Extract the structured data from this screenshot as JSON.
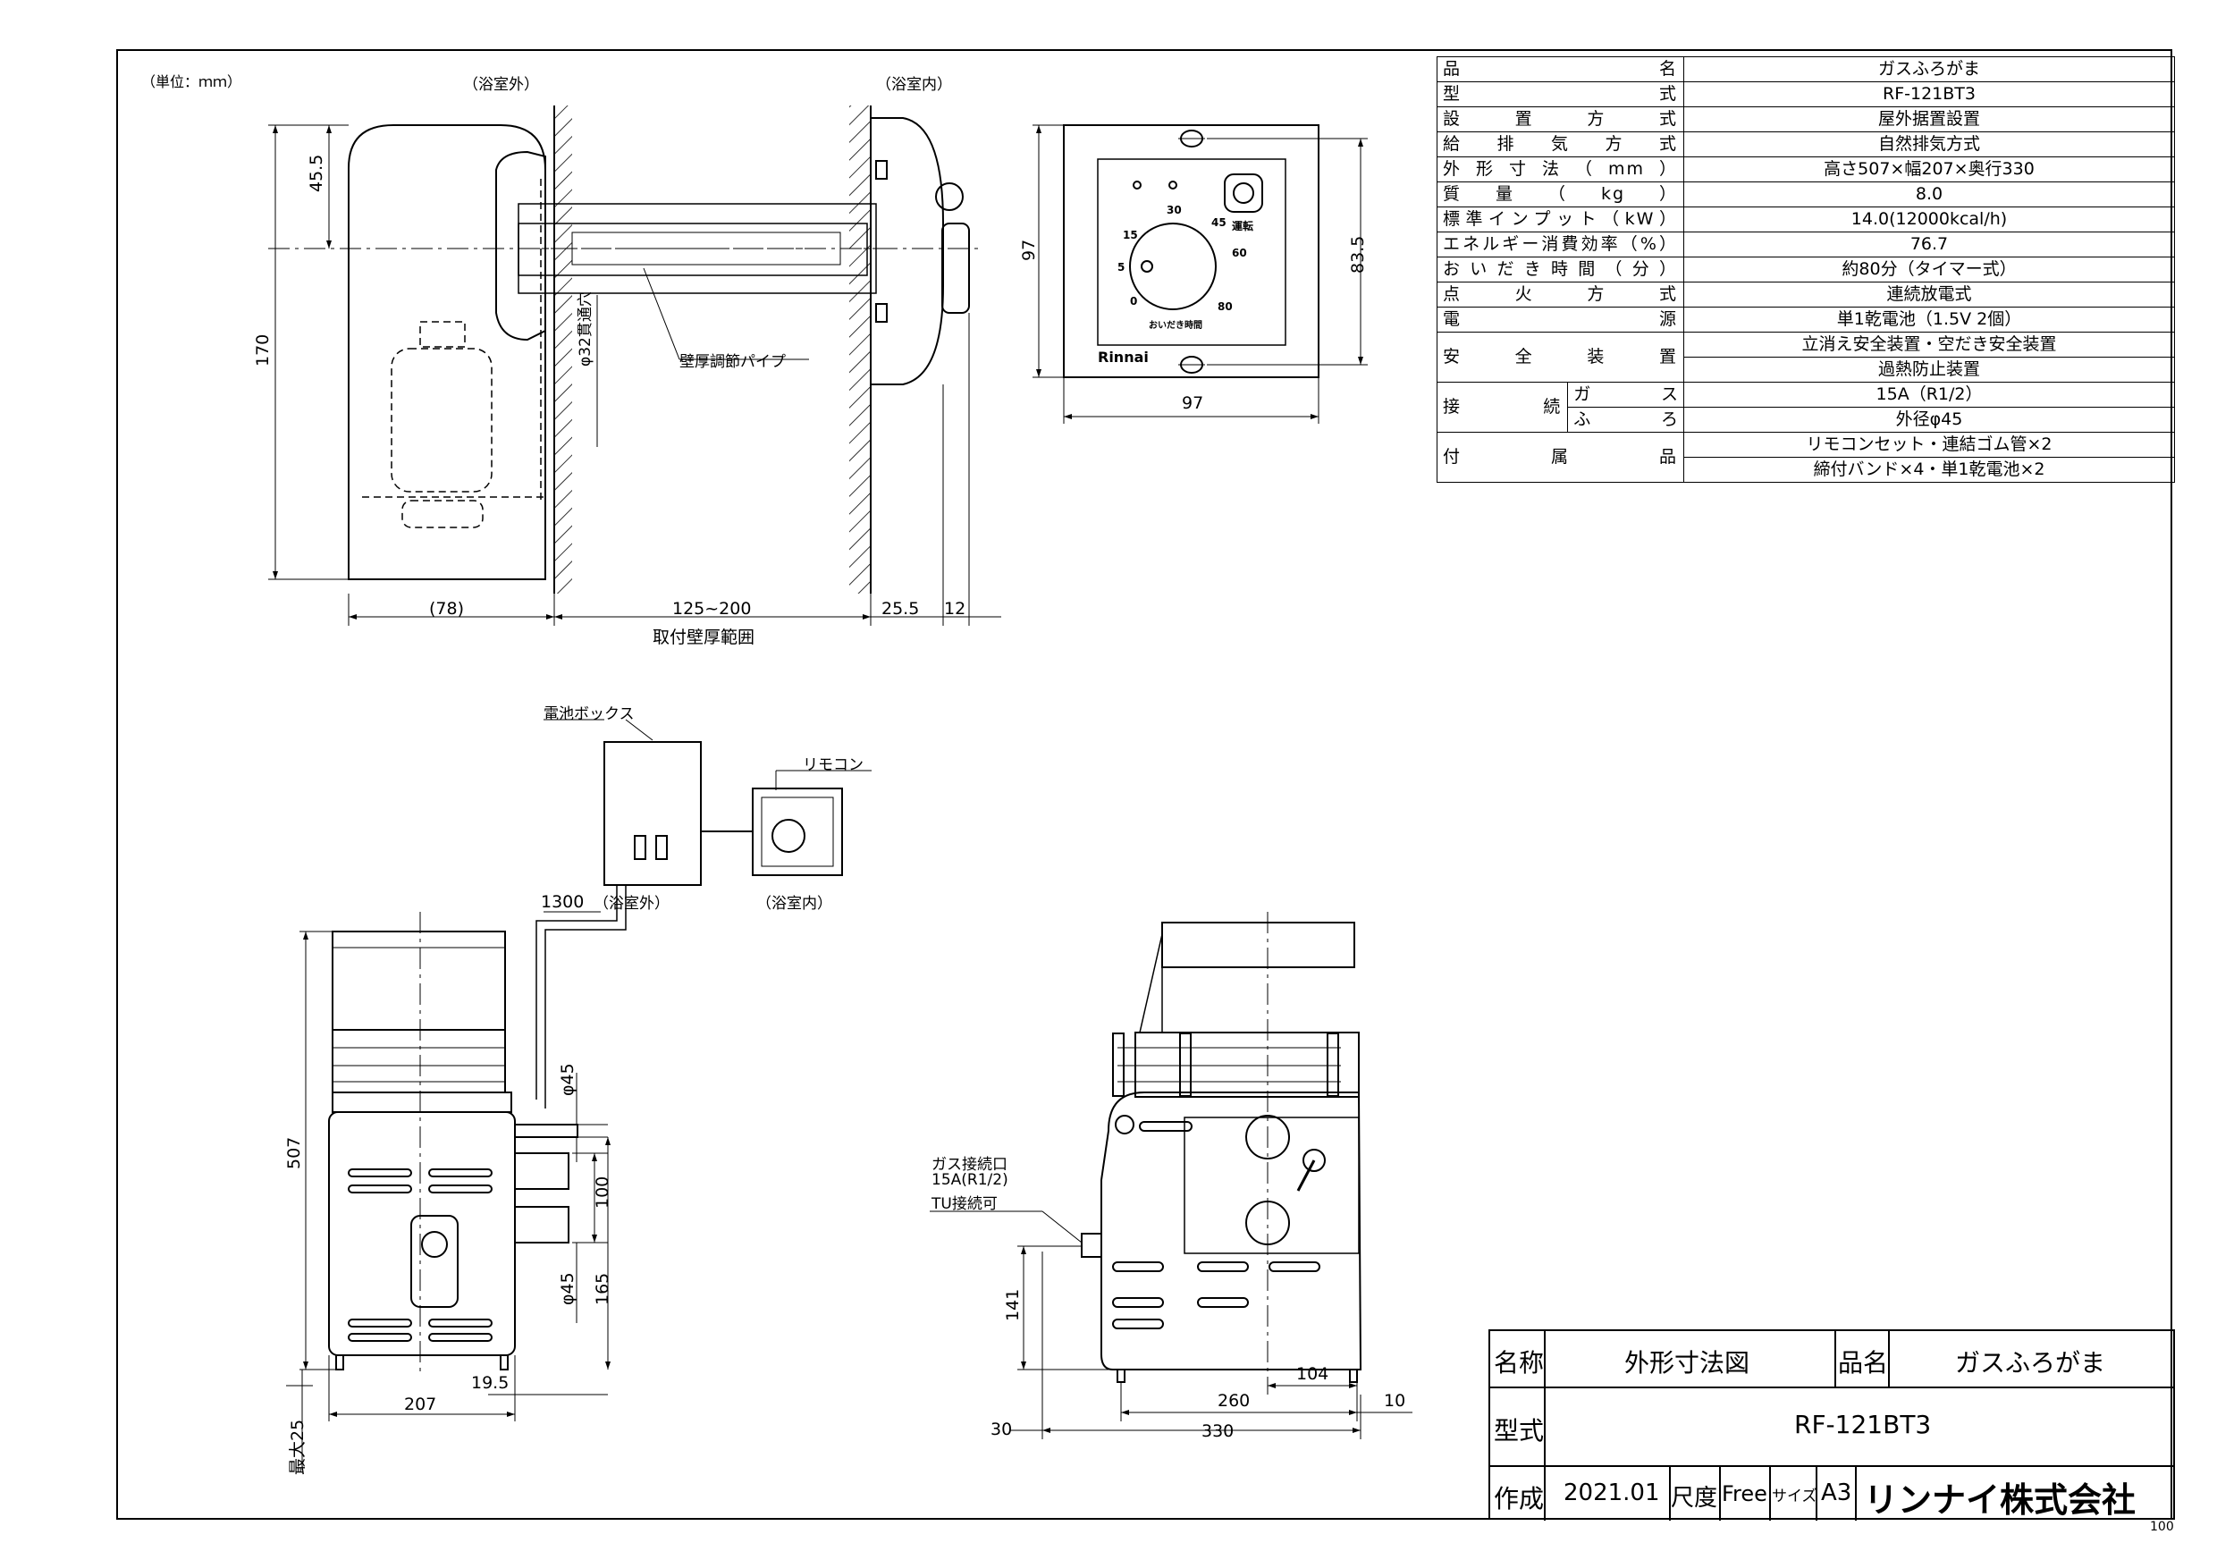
{
  "drawing": {
    "unit_note": "（単位：ｍｍ）",
    "outside_label": "（浴室外）",
    "inside_label": "（浴室内）",
    "pipe_label": "壁厚調節パイプ",
    "hole_label": "φ32貫通穴",
    "wall_range_label": "取付壁厚範囲",
    "battery_box_label": "電池ボックス",
    "remote_label": "リモコン",
    "outside_label2": "（浴室外）",
    "inside_label2": "（浴室内）",
    "gas_label_1": "ガス接続口",
    "gas_label_2": "15A(R1/2)",
    "gas_label_3": "TU接続可",
    "max_label": "最大25",
    "brand_small": "Rinnai",
    "remote_top_text": "おいだき時間",
    "remote_run": "運転",
    "sheet_no": "100"
  },
  "dimensions": {
    "d45_5": "45.5",
    "d170": "170",
    "d78": "(78)",
    "d125_200": "125~200",
    "d25_5": "25.5",
    "d12": "12",
    "d97v": "97",
    "d83_5": "83.5",
    "d97h": "97",
    "d1300": "1300",
    "d507": "507",
    "d207": "207",
    "d19_5": "19.5",
    "dphi45a": "φ45",
    "d100": "100",
    "dphi45b": "φ45",
    "d165": "165",
    "d141": "141",
    "d104": "104",
    "d260": "260",
    "d10": "10",
    "d30": "30",
    "d330": "330",
    "dial_30": "30",
    "dial_45": "45",
    "dial_15": "15",
    "dial_60": "60",
    "dial_5": "5",
    "dial_0": "0",
    "dial_80": "80"
  },
  "spec_table": {
    "rows": [
      {
        "key": "品名",
        "value": "ガスふろがま"
      },
      {
        "key": "型式",
        "value": "RF-121BT3"
      },
      {
        "key": "設置方式",
        "value": "屋外据置設置"
      },
      {
        "key": "給排気方式",
        "value": "自然排気方式"
      },
      {
        "key": "外形寸法（mm）",
        "value": "高さ507×幅207×奥行330"
      },
      {
        "key": "質量（kg）",
        "value": "8.0"
      },
      {
        "key": "標準インプット（kW）",
        "value": "14.0(12000kcal/h)"
      },
      {
        "key": "エネルギー消費効率（%）",
        "value": "76.7"
      },
      {
        "key": "おいだき時間（分）",
        "value": "約80分（タイマー式）"
      },
      {
        "key": "点火方式",
        "value": "連続放電式"
      },
      {
        "key": "電源",
        "value": "単1乾電池（1.5V 2個）"
      }
    ],
    "safety_key": "安全装置",
    "safety_values": [
      "立消え安全装置・空だき安全装置",
      "過熱防止装置"
    ],
    "connect_key": "接続",
    "connect_rows": [
      {
        "sub": "ガス",
        "value": "15A（R1/2）"
      },
      {
        "sub": "ふろ",
        "value": "外径φ45"
      }
    ],
    "accessory_key": "付属品",
    "accessory_values": [
      "リモコンセット・連結ゴム管×2",
      "締付バンド×4・単1乾電池×2"
    ]
  },
  "title_block": {
    "name_label": "名称",
    "name_value": "外形寸法図",
    "product_label": "品名",
    "product_value": "ガスふろがま",
    "model_label": "型式",
    "model_value": "RF-121BT3",
    "created_label": "作成",
    "created_value": "2021.01",
    "scale_label": "尺度",
    "scale_value": "Free",
    "size_label": "サイズ",
    "size_value": "A3",
    "company": "リンナイ株式会社"
  }
}
